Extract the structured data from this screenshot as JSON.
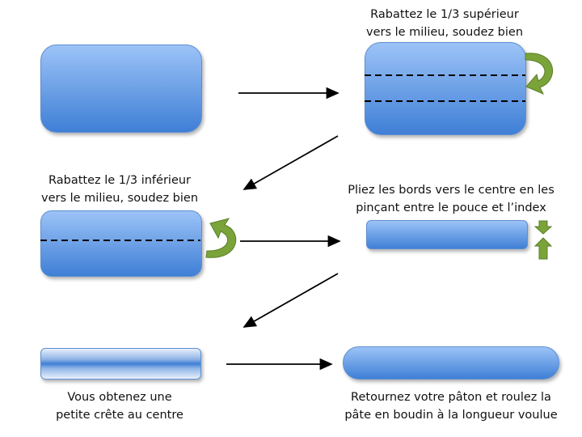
{
  "steps": [
    {
      "caption": ""
    },
    {
      "caption_line1": "Rabattez le 1/3 supérieur",
      "caption_line2": "vers le milieu, soudez bien"
    },
    {
      "caption_line1": "Rabattez le 1/3 inférieur",
      "caption_line2": "vers le milieu, soudez bien"
    },
    {
      "caption_line1": "Pliez les bords vers le centre en les",
      "caption_line2": "pinçant entre le pouce et l’index"
    },
    {
      "caption_line1": "Vous obtenez une",
      "caption_line2": "petite crête au centre"
    },
    {
      "caption_line1": "Retournez votre pâton et roulez la",
      "caption_line2": "pâte en boudin à la longueur voulue"
    }
  ],
  "colors": {
    "dough_top": "#9cc3f7",
    "dough_bottom": "#3f7fd6",
    "fold_arrow": "#7aa33a"
  }
}
